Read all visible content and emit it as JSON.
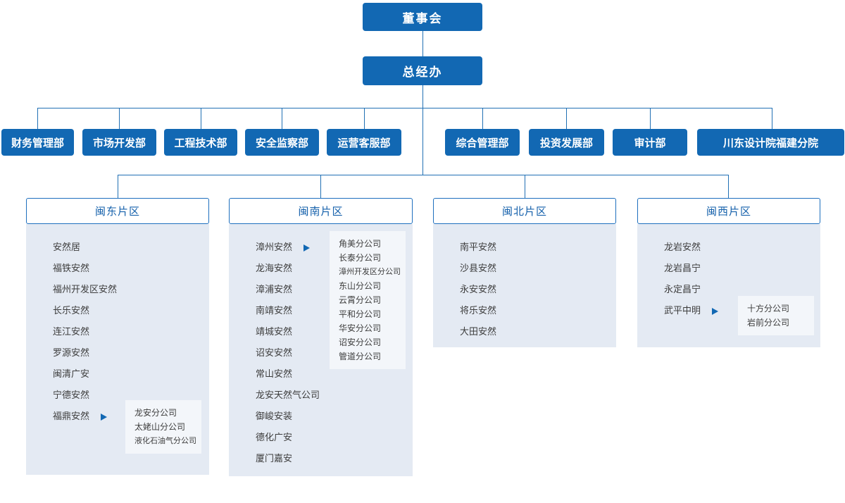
{
  "root": {
    "level1": "董事会",
    "level2": "总经办"
  },
  "departments": [
    "财务管理部",
    "市场开发部",
    "工程技术部",
    "安全监察部",
    "运营客服部",
    "综合管理部",
    "投资发展部",
    "审计部",
    "川东设计院福建分院"
  ],
  "regions": [
    {
      "title": "闽东片区",
      "items": [
        {
          "label": "安然居"
        },
        {
          "label": "福铁安然"
        },
        {
          "label": "福州开发区安然"
        },
        {
          "label": "长乐安然"
        },
        {
          "label": "连江安然"
        },
        {
          "label": "罗源安然"
        },
        {
          "label": "闽清广安"
        },
        {
          "label": "宁德安然"
        },
        {
          "label": "福鼎安然",
          "children": [
            "龙安分公司",
            "太姥山分公司",
            "液化石油气分公司"
          ]
        }
      ]
    },
    {
      "title": "闽南片区",
      "items": [
        {
          "label": "漳州安然",
          "children": [
            "角美分公司",
            "长泰分公司",
            "漳州开发区分公司",
            "东山分公司",
            "云霄分公司",
            "平和分公司",
            "华安分公司",
            "诏安分公司",
            "管道分公司"
          ]
        },
        {
          "label": "龙海安然"
        },
        {
          "label": "漳浦安然"
        },
        {
          "label": "南靖安然"
        },
        {
          "label": "靖城安然"
        },
        {
          "label": "诏安安然"
        },
        {
          "label": "常山安然"
        },
        {
          "label": "龙安天然气公司"
        },
        {
          "label": "御峻安装"
        },
        {
          "label": "德化广安"
        },
        {
          "label": "厦门嘉安"
        }
      ]
    },
    {
      "title": "闽北片区",
      "items": [
        {
          "label": "南平安然"
        },
        {
          "label": "沙县安然"
        },
        {
          "label": "永安安然"
        },
        {
          "label": "将乐安然"
        },
        {
          "label": "大田安然"
        }
      ]
    },
    {
      "title": "闽西片区",
      "items": [
        {
          "label": "龙岩安然"
        },
        {
          "label": "龙岩昌宁"
        },
        {
          "label": "永定昌宁"
        },
        {
          "label": "武平中明",
          "children": [
            "十方分公司",
            "岩前分公司"
          ]
        }
      ]
    }
  ],
  "icons": {
    "expand_arrow": "right-triangle-icon"
  },
  "colors": {
    "primary": "#1268b3",
    "line": "#2170b4",
    "panel_background": "#e4eaf3",
    "submenu_background": "#f3f6fa",
    "item_text": "#3d3d3d",
    "header_text": "#1460ab",
    "header_border": "#1e6fbe"
  }
}
